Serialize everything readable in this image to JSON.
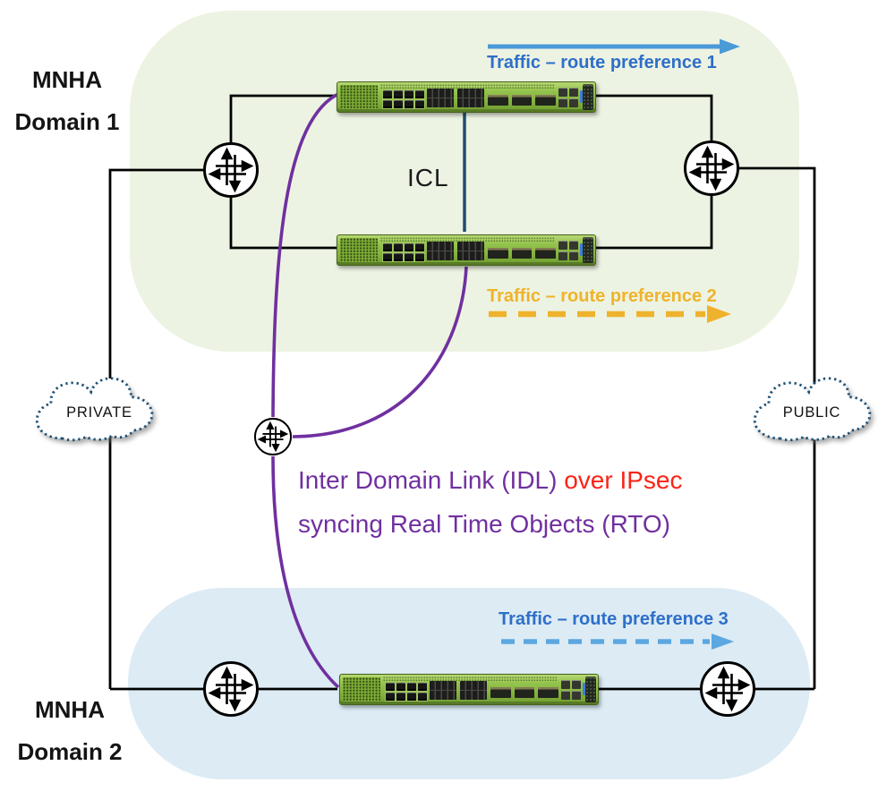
{
  "domains": {
    "domain1": {
      "name_line1": "MNHA",
      "name_line2": "Domain 1",
      "bg_color": "#edf3e2"
    },
    "domain2": {
      "name_line1": "MNHA",
      "name_line2": "Domain 2",
      "bg_color": "#dcebf4"
    }
  },
  "clouds": {
    "private": {
      "label": "PRIVATE"
    },
    "public": {
      "label": "PUBLIC"
    },
    "border_color": "#1c4f74"
  },
  "icl": {
    "label": "ICL",
    "line_color": "#1f4e6e"
  },
  "traffic_flows": [
    {
      "label": "Traffic – route preference 1",
      "arrow_style": "solid",
      "arrow_color": "#4a9ad8",
      "text_color": "#2e6fc9"
    },
    {
      "label": "Traffic – route preference 2",
      "arrow_style": "dashed",
      "arrow_color": "#eeb22d",
      "text_color": "#efb32a"
    },
    {
      "label": "Traffic – route preference 3",
      "arrow_style": "dashed",
      "arrow_color": "#5ba7e0",
      "text_color": "#2e6fc9"
    }
  ],
  "idl": {
    "line1_part1": "Inter Domain Link (IDL) ",
    "line1_part2": "over IPsec",
    "line2": "syncing Real Time Objects (RTO)",
    "link_color": "#7030a0",
    "ipsec_color": "#fb2317"
  },
  "icons": {
    "router": "juniper-router-icon (circle with four crossing arrows)",
    "cloud": "dotted-cloud-icon",
    "switch": "green-network-switch-device"
  },
  "line_colors": {
    "physical_link": "#000000",
    "icl": "#1f4e6e",
    "idl": "#7030a0"
  }
}
